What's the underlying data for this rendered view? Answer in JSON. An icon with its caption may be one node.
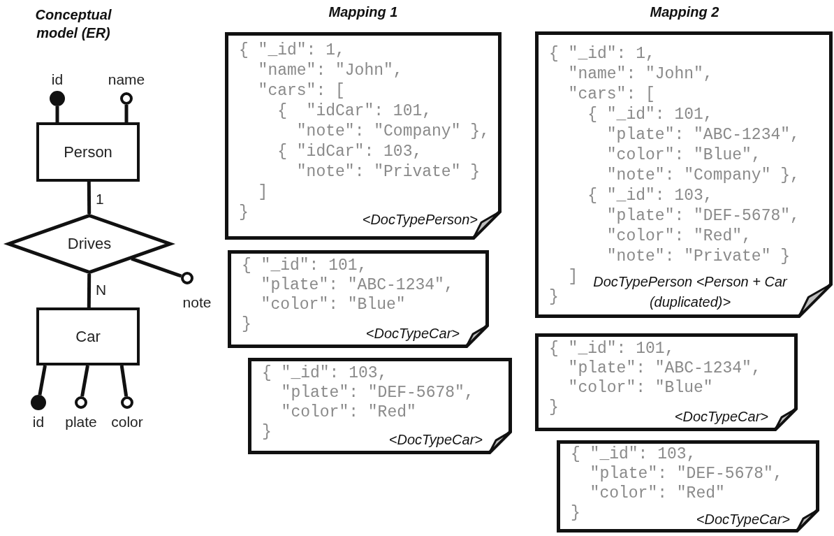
{
  "diagram": {
    "nodes": [
      {
        "text": [
          "Person"
        ]
      },
      {
        "text": [
          "Drives"
        ]
      },
      {
        "text": [
          "Car"
        ]
      },
      {
        "text": [],
        "shape": "dot",
        "beside": [
          "id"
        ]
      },
      {
        "text": [],
        "shape": "circle",
        "beside": [
          "name"
        ]
      },
      {
        "text": [],
        "shape": "circle",
        "beside": [
          "note"
        ]
      },
      {
        "text": [],
        "shape": "dot",
        "beside": [
          "id"
        ]
      },
      {
        "text": [],
        "shape": "circle",
        "beside": [
          "plate"
        ]
      },
      {
        "text": [],
        "shape": "circle",
        "beside": [
          "color"
        ]
      },
      {
        "text": [
          "{ \"_id\": 1,",
          "\"name\": \"John\",",
          "\"cars\": [",
          "{  \"idCar\": 101,",
          "\"note\": \"Company\" },",
          "{ \"idCar\": 103,",
          "\"note\": \"Private\" }",
          "]",
          "}",
          "<DocTypePerson>"
        ]
      },
      {
        "text": [
          "{ \"_id\": 101,",
          "\"plate\": \"ABC-1234\",",
          "\"color\": \"Blue\"",
          "}",
          "<DocTypeCar>"
        ]
      },
      {
        "text": [
          "{ \"_id\": 103,",
          "\"plate\": \"DEF-5678\",",
          "\"color\": \"Red\"",
          "}",
          "<DocTypeCar>"
        ]
      },
      {
        "text": [
          "{ \"_id\": 1,",
          "\"name\": \"John\",",
          "\"cars\": [",
          "{ \"_id\": 101,",
          "\"plate\": \"ABC-1234\",",
          "\"color\": \"Blue\",",
          "\"note\": \"Company\" },",
          "{ \"_id\": 103,",
          "\"plate\": \"DEF-5678\",",
          "\"color\": \"Red\",",
          "\"note\": \"Private\" }",
          "]",
          "}",
          "DocTypePerson <Person + Car (duplicated)>"
        ]
      },
      {
        "text": [
          "{ \"_id\": 101,",
          "\"plate\": \"ABC-1234\",",
          "\"color\": \"Blue\"",
          "}",
          "<DocTypeCar>"
        ]
      },
      {
        "text": [
          "{ \"_id\": 103,",
          "\"plate\": \"DEF-5678\",",
          "\"color\": \"Red\"",
          "}",
          "<DocTypeCar>"
        ]
      }
    ],
    "edges": [
      {
        "from": 0,
        "to": 1,
        "arrow": "none",
        "label": "1"
      },
      {
        "from": 1,
        "to": 2,
        "arrow": "none",
        "label": "N"
      },
      {
        "from": 0,
        "to": 3,
        "arrow": "none"
      },
      {
        "from": 0,
        "to": 4,
        "arrow": "none"
      },
      {
        "from": 1,
        "to": 5,
        "arrow": "none"
      },
      {
        "from": 2,
        "to": 6,
        "arrow": "none"
      },
      {
        "from": 2,
        "to": 7,
        "arrow": "none"
      },
      {
        "from": 2,
        "to": 8,
        "arrow": "none"
      }
    ],
    "labels": [
      "Conceptual model (ER)",
      "Mapping 1",
      "Mapping 2"
    ]
  }
}
